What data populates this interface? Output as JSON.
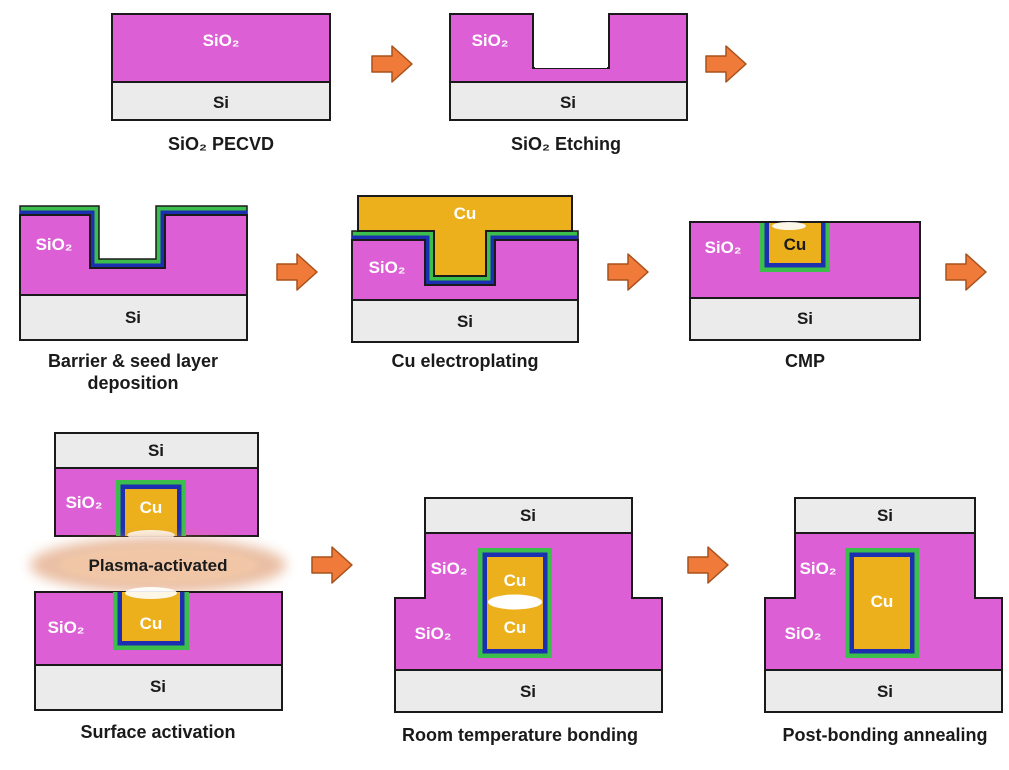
{
  "colors": {
    "sio2": "#DD5FD6",
    "si": "#EBEBEB",
    "cu": "#EBB01C",
    "seed_green": "#3CBE4D",
    "barrier_blue": "#1C2FB0",
    "arrow_fill": "#EF7A39",
    "plasma": "#D98A5A",
    "white": "#FFFFFF"
  },
  "labels": {
    "sio2": "SiO₂",
    "si": "Si",
    "cu": "Cu",
    "plasma": "Plasma-activated"
  },
  "captions": {
    "step1": "SiO₂ PECVD",
    "step2": "SiO₂ Etching",
    "step3_line1": "Barrier & seed layer",
    "step3_line2": "deposition",
    "step4": "Cu electroplating",
    "step5": "CMP",
    "step6": "Surface activation",
    "step7": "Room temperature bonding",
    "step8": "Post-bonding annealing"
  }
}
